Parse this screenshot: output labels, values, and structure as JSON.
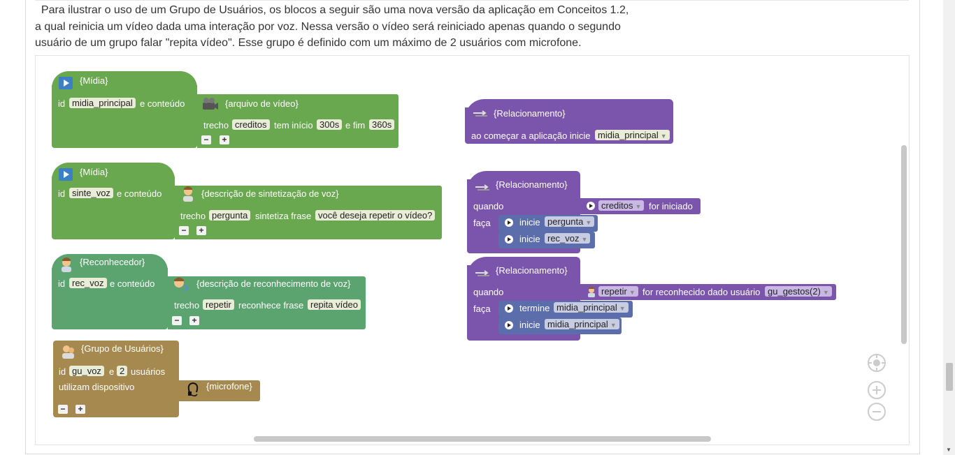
{
  "intro_text": "Para ilustrar o uso de um Grupo de Usuários, os blocos a seguir são uma nova versão da aplicação em Conceitos 1.2, a qual reinicia um vídeo dada uma interação por voz. Nessa versão o vídeo será reiniciado apenas quando o segundo usuário de um grupo falar \"repita vídeo\". Esse grupo é definido com um máximo de 2 usuários com microfone.",
  "intro_lines": [
    "  Para ilustrar o uso de um Grupo de Usuários, os blocos a seguir são uma nova versão da aplicação em Conceitos 1.2,",
    "a qual reinicia um vídeo dada uma interação por voz. Nessa versão o vídeo será reiniciado apenas quando o segundo",
    "usuário de um grupo falar \"repita vídeo\". Esse grupo é definido com um máximo de 2 usuários com microfone."
  ],
  "colors": {
    "media": "#6aa84f",
    "recognizer": "#5ba46f",
    "group": "#a6894f",
    "relationship": "#7b55ab",
    "action": "#5c6dab",
    "field": "#e9ecd6"
  },
  "media1": {
    "title": "{Mídia}",
    "id_label": "id",
    "id_value": "midia_principal",
    "content_label": "e conteúdo",
    "content_title": "{arquivo de vídeo}",
    "segment_label": "trecho",
    "segment_value": "creditos",
    "start_label": "tem início",
    "start_value": "300s",
    "end_label": "e fim",
    "end_value": "360s",
    "minus": "−",
    "plus": "+"
  },
  "media2": {
    "title": "{Mídia}",
    "id_label": "id",
    "id_value": "sinte_voz",
    "content_label": "e conteúdo",
    "content_title": "{descrição de sintetização de voz}",
    "segment_label": "trecho",
    "segment_value": "pergunta",
    "phrase_label": "sintetiza frase",
    "phrase_value": "você deseja repetir o vídeo?",
    "minus": "−",
    "plus": "+"
  },
  "recognizer": {
    "title": "{Reconhecedor}",
    "id_label": "id",
    "id_value": "rec_voz",
    "content_label": "e conteúdo",
    "content_title": "{descrição de reconhecimento de voz}",
    "segment_label": "trecho",
    "segment_value": "repetir",
    "phrase_label": "reconhece frase",
    "phrase_value": "repita vídeo",
    "minus": "−",
    "plus": "+"
  },
  "group": {
    "title": "{Grupo de Usuários}",
    "id_label": "id",
    "id_value": "gu_voz",
    "e_label": "e",
    "count_value": "2",
    "users_label": "usuários",
    "device_label": "utilizam dispositivo",
    "device_title": "{microfone}",
    "minus": "−",
    "plus": "+"
  },
  "rel1": {
    "title": "{Relacionamento}",
    "text": "ao começar a aplicação inicie",
    "target": "midia_principal"
  },
  "rel2": {
    "title": "{Relacionamento}",
    "when_label": "quando",
    "do_label": "faça",
    "cond_value": "creditos",
    "cond_text": "for iniciado",
    "actions": [
      {
        "verb": "inicie",
        "target": "pergunta"
      },
      {
        "verb": "inicie",
        "target": "rec_voz"
      }
    ]
  },
  "rel3": {
    "title": "{Relacionamento}",
    "when_label": "quando",
    "do_label": "faça",
    "cond_value": "repetir",
    "cond_text": "for reconhecido dado usuário",
    "cond_user": "gu_gestos(2)",
    "actions": [
      {
        "verb": "termine",
        "target": "midia_principal"
      },
      {
        "verb": "inicie",
        "target": "midia_principal"
      }
    ]
  },
  "controls": {
    "center_icon": "crosshair-icon",
    "zoom_in_icon": "zoom-in-icon",
    "zoom_out_icon": "zoom-out-icon"
  }
}
